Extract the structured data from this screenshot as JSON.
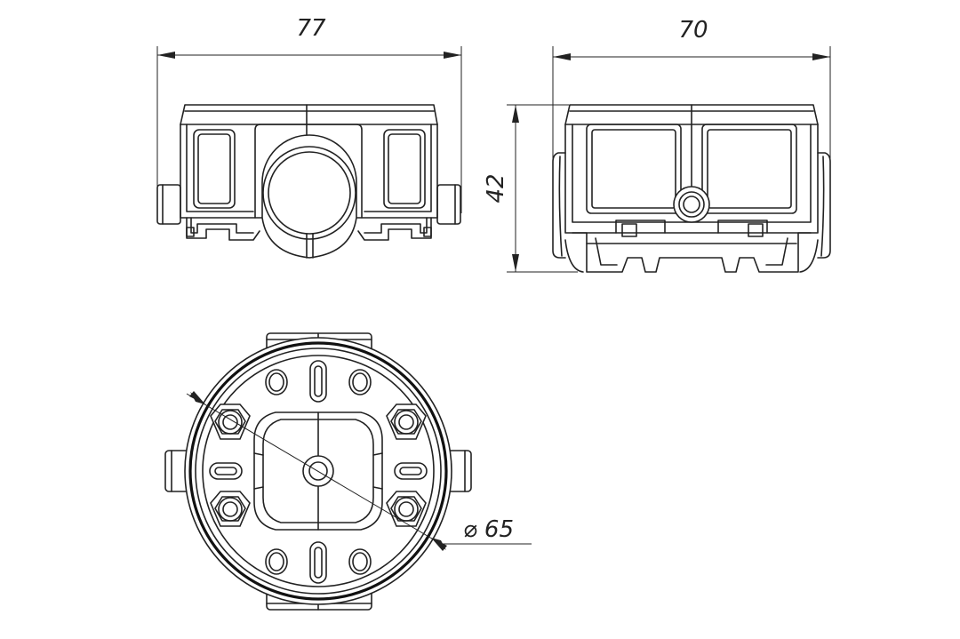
{
  "dimensions": {
    "front_width": "77",
    "side_width": "70",
    "height": "42",
    "diameter": "⌀ 65"
  },
  "colors": {
    "line": "#222222",
    "background": "#ffffff"
  }
}
